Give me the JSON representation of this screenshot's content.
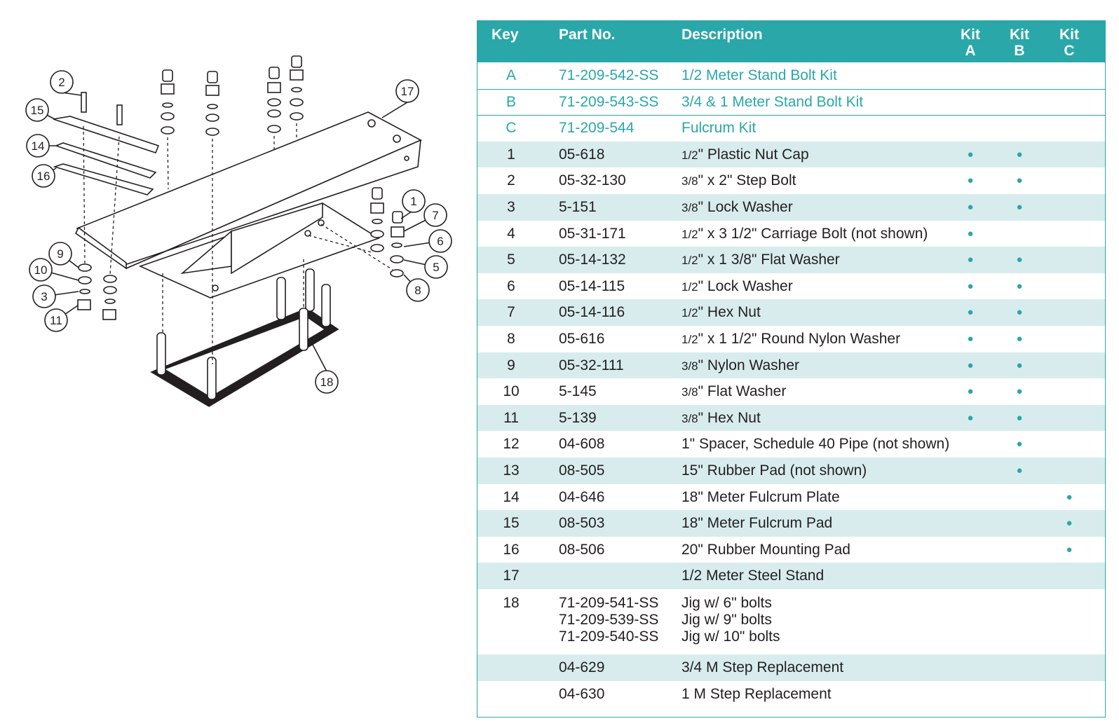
{
  "header": {
    "key": "Key",
    "part_no": "Part No.",
    "description": "Description",
    "kit_a": [
      "Kit",
      "A"
    ],
    "kit_b": [
      "Kit",
      "B"
    ],
    "kit_c": [
      "Kit",
      "C"
    ]
  },
  "kits": [
    {
      "key": "A",
      "part": "71-209-542-SS",
      "desc": "1/2 Meter Stand Bolt Kit"
    },
    {
      "key": "B",
      "part": "71-209-543-SS",
      "desc": "3/4 & 1 Meter Stand Bolt Kit"
    },
    {
      "key": "C",
      "part": "71-209-544",
      "desc": "Fulcrum Kit"
    }
  ],
  "parts": [
    {
      "key": "1",
      "part": "05-618",
      "frac": "1/2",
      "desc": "\" Plastic Nut Cap",
      "a": true,
      "b": true,
      "c": false
    },
    {
      "key": "2",
      "part": "05-32-130",
      "frac": "3/8",
      "desc": "\" x 2\" Step Bolt",
      "a": true,
      "b": true,
      "c": false
    },
    {
      "key": "3",
      "part": "5-151",
      "frac": "3/8",
      "desc": "\" Lock Washer",
      "a": true,
      "b": true,
      "c": false
    },
    {
      "key": "4",
      "part": "05-31-171",
      "frac": "1/2",
      "desc": "\" x 3 1/2\" Carriage Bolt (not shown)",
      "a": true,
      "b": false,
      "c": false
    },
    {
      "key": "5",
      "part": "05-14-132",
      "frac": "1/2",
      "desc": "\" x 1 3/8\" Flat Washer",
      "a": true,
      "b": true,
      "c": false
    },
    {
      "key": "6",
      "part": "05-14-115",
      "frac": "1/2",
      "desc": "\" Lock Washer",
      "a": true,
      "b": true,
      "c": false
    },
    {
      "key": "7",
      "part": "05-14-116",
      "frac": "1/2",
      "desc": "\" Hex Nut",
      "a": true,
      "b": true,
      "c": false
    },
    {
      "key": "8",
      "part": "05-616",
      "frac": "1/2",
      "desc": "\" x 1 1/2\" Round Nylon Washer",
      "a": true,
      "b": true,
      "c": false
    },
    {
      "key": "9",
      "part": "05-32-111",
      "frac": "3/8",
      "desc": "\" Nylon Washer",
      "a": true,
      "b": true,
      "c": false
    },
    {
      "key": "10",
      "part": "5-145",
      "frac": "3/8",
      "desc": "\" Flat Washer",
      "a": true,
      "b": true,
      "c": false
    },
    {
      "key": "11",
      "part": "5-139",
      "frac": "3/8",
      "desc": "\" Hex Nut",
      "a": true,
      "b": true,
      "c": false
    },
    {
      "key": "12",
      "part": "04-608",
      "frac": "",
      "desc": "1\" Spacer, Schedule 40 Pipe (not shown)",
      "a": false,
      "b": true,
      "c": false
    },
    {
      "key": "13",
      "part": "08-505",
      "frac": "",
      "desc": "15\" Rubber Pad (not shown)",
      "a": false,
      "b": true,
      "c": false
    },
    {
      "key": "14",
      "part": "04-646",
      "frac": "",
      "desc": "18\" Meter Fulcrum Plate",
      "a": false,
      "b": false,
      "c": true
    },
    {
      "key": "15",
      "part": "08-503",
      "frac": "",
      "desc": "18\" Meter Fulcrum Pad",
      "a": false,
      "b": false,
      "c": true
    },
    {
      "key": "16",
      "part": "08-506",
      "frac": "",
      "desc": "20\" Rubber Mounting Pad",
      "a": false,
      "b": false,
      "c": true
    },
    {
      "key": "17",
      "part": "",
      "frac": "",
      "desc": "1/2 Meter Steel Stand",
      "a": false,
      "b": false,
      "c": false
    }
  ],
  "jig": {
    "key": "18",
    "parts": [
      "71-209-541-SS",
      "71-209-539-SS",
      "71-209-540-SS"
    ],
    "descs": [
      "Jig w/ 6\" bolts",
      "Jig w/ 9\" bolts",
      "Jig w/ 10\" bolts"
    ]
  },
  "extras": [
    {
      "key": "",
      "part": "04-629",
      "desc": "3/4 M Step Replacement"
    },
    {
      "key": "",
      "part": "04-630",
      "desc": "1 M Step Replacement"
    }
  ],
  "diagram_callouts": [
    "1",
    "2",
    "3",
    "5",
    "6",
    "7",
    "8",
    "9",
    "10",
    "11",
    "14",
    "15",
    "16",
    "17",
    "18"
  ],
  "colors": {
    "teal": "#2aa7a9",
    "shade": "#d8eced",
    "ink": "#231f20"
  }
}
